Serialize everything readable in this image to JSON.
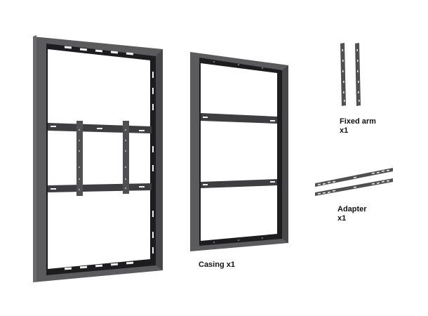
{
  "colors": {
    "frame_face": "#5b5b5d",
    "frame_side": "#474749",
    "frame_inner": "#1d1d1f",
    "slot": "#f2f2f2",
    "rail": "#3e3e40",
    "bracket": "#505052",
    "background": "#ffffff",
    "label_text": "#111111"
  },
  "parts": [
    {
      "id": "assembled-mount",
      "label_lines": []
    },
    {
      "id": "casing",
      "label_lines": [
        "Casing x1"
      ]
    },
    {
      "id": "fixed-arm",
      "label_lines": [
        "Fixed arm",
        "x1"
      ]
    },
    {
      "id": "adapter",
      "label_lines": [
        "Adapter",
        "x1"
      ]
    }
  ],
  "labels": {
    "casing": "Casing x1",
    "fixed_arm_name": "Fixed arm",
    "fixed_arm_qty": "x1",
    "adapter_name": "Adapter",
    "adapter_qty": "x1"
  }
}
